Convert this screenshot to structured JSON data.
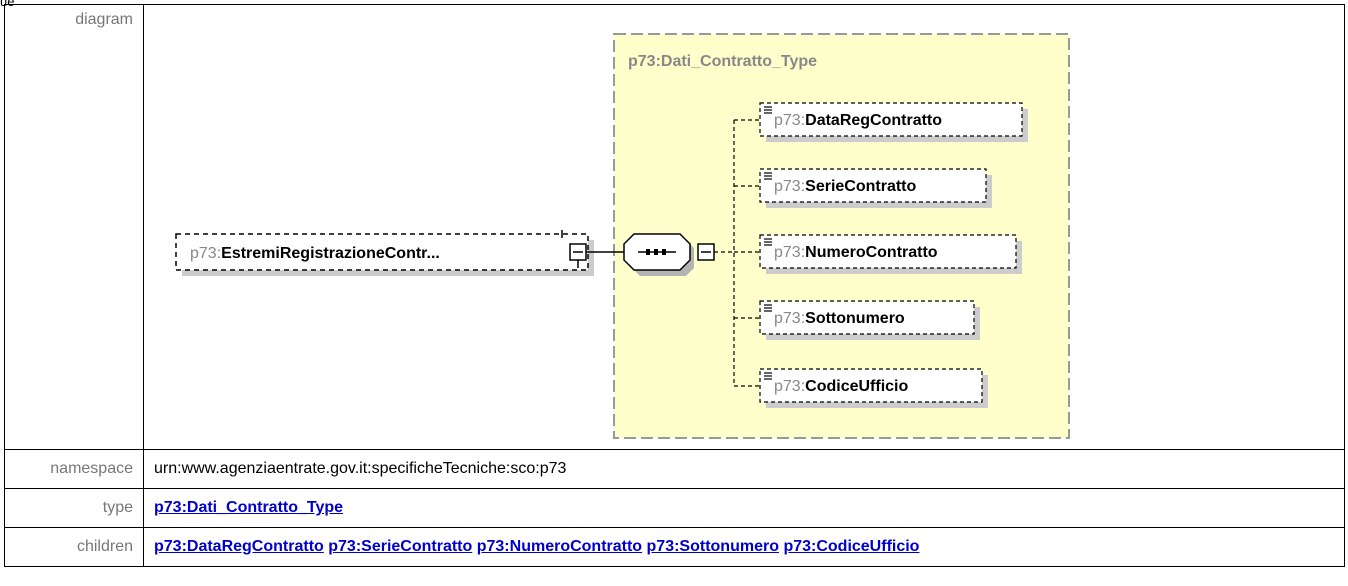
{
  "header_fragment": "ue",
  "rows": {
    "diagram_label": "diagram",
    "namespace_label": "namespace",
    "namespace_value": "urn:www.agenziaentrate.gov.it:specificheTecniche:sco:p73",
    "type_label": "type",
    "type_value": "p73:Dati_Contratto_Type",
    "children_label": "children",
    "children": [
      "p73:DataRegContratto",
      "p73:SerieContratto",
      "p73:NumeroContratto",
      "p73:Sottonumero",
      "p73:CodiceUfficio"
    ]
  },
  "diagram": {
    "type_title": "p73:Dati_Contratto_Type",
    "root": {
      "prefix": "p73:",
      "name": "EstremiRegistrazioneContr..."
    },
    "children": [
      {
        "prefix": "p73:",
        "name": "DataRegContratto"
      },
      {
        "prefix": "p73:",
        "name": "SerieContratto"
      },
      {
        "prefix": "p73:",
        "name": "NumeroContratto"
      },
      {
        "prefix": "p73:",
        "name": "Sottonumero"
      },
      {
        "prefix": "p73:",
        "name": "CodiceUfficio"
      }
    ]
  },
  "colors": {
    "type_box_fill": "#ffffcc",
    "type_box_border": "#999999",
    "prefix": "#888888",
    "link": "#0000cc",
    "label": "#777777"
  }
}
